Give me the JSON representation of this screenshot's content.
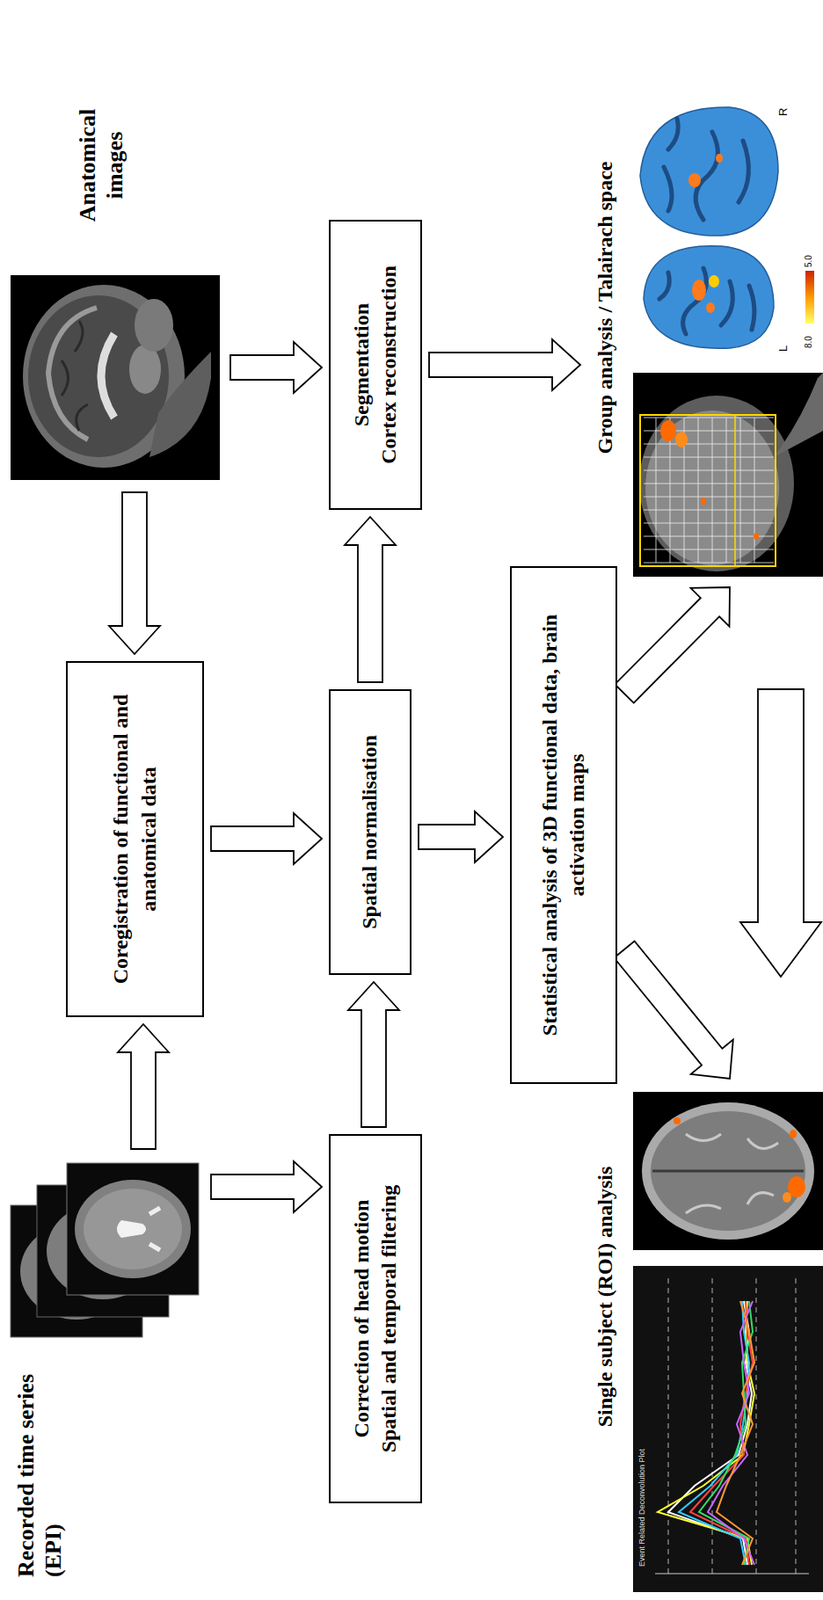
{
  "diagram": {
    "nodes": [
      {
        "text": [
          "Recorded time series (EPI)"
        ]
      },
      {
        "text": [
          "Anatomical images"
        ]
      },
      {
        "text": [
          "Coregistration of functional and anatomical data"
        ]
      },
      {
        "text": [
          "Correction of head motion",
          "Spatial and temporal filtering"
        ]
      },
      {
        "text": [
          "Spatial normalisation"
        ]
      },
      {
        "text": [
          "Segmentation",
          "Cortex reconstruction"
        ]
      },
      {
        "text": [
          "Statistical analysis of 3D functional data, brain activation maps"
        ]
      },
      {
        "text": [
          "Group analysis / Talairach space"
        ]
      },
      {
        "text": [
          "Single subject (ROI) analysis"
        ]
      }
    ],
    "edges": [
      {
        "from": 0,
        "to": 2,
        "arrow": "to"
      },
      {
        "from": 0,
        "to": 3,
        "arrow": "to"
      },
      {
        "from": 1,
        "to": 2,
        "arrow": "to"
      },
      {
        "from": 1,
        "to": 5,
        "arrow": "to"
      },
      {
        "from": 2,
        "to": 4,
        "arrow": "to"
      },
      {
        "from": 3,
        "to": 4,
        "arrow": "to"
      },
      {
        "from": 4,
        "to": 5,
        "arrow": "to"
      },
      {
        "from": 5,
        "to": 7,
        "arrow": "to"
      },
      {
        "from": 4,
        "to": 6,
        "arrow": "to"
      },
      {
        "from": 6,
        "to": 7,
        "arrow": "to"
      },
      {
        "from": 6,
        "to": 8,
        "arrow": "to"
      },
      {
        "from": 7,
        "to": 8,
        "arrow": "to"
      }
    ],
    "labels": [
      "L",
      "R",
      "8.0",
      "5.0",
      "Event Related Deconvolution Plot"
    ]
  }
}
